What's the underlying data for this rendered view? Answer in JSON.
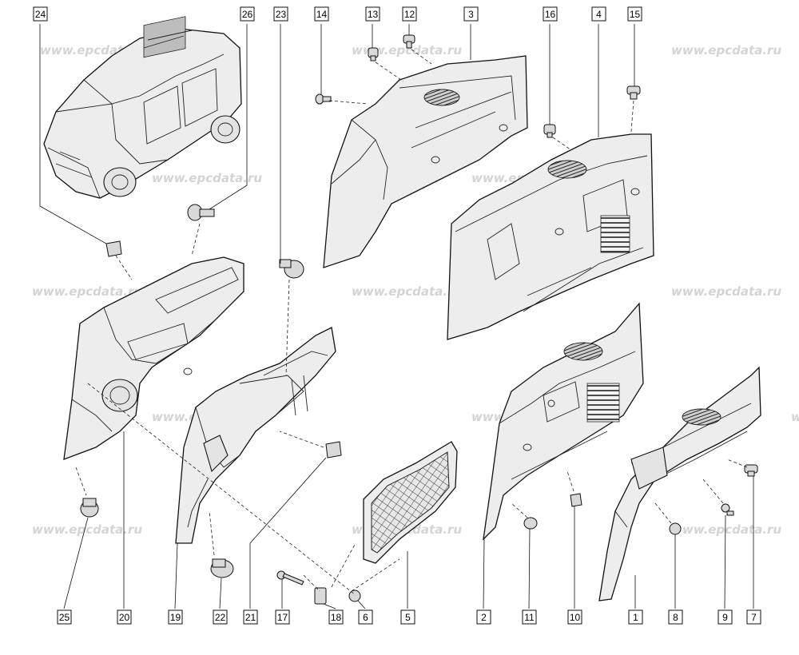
{
  "watermark": "www.epcdata.ru",
  "diagram": {
    "callouts": [
      "24",
      "26",
      "23",
      "14",
      "13",
      "12",
      "3",
      "16",
      "4",
      "15",
      "25",
      "20",
      "19",
      "22",
      "21",
      "17",
      "18",
      "6",
      "5",
      "2",
      "11",
      "10",
      "1",
      "8",
      "9",
      "7"
    ]
  }
}
